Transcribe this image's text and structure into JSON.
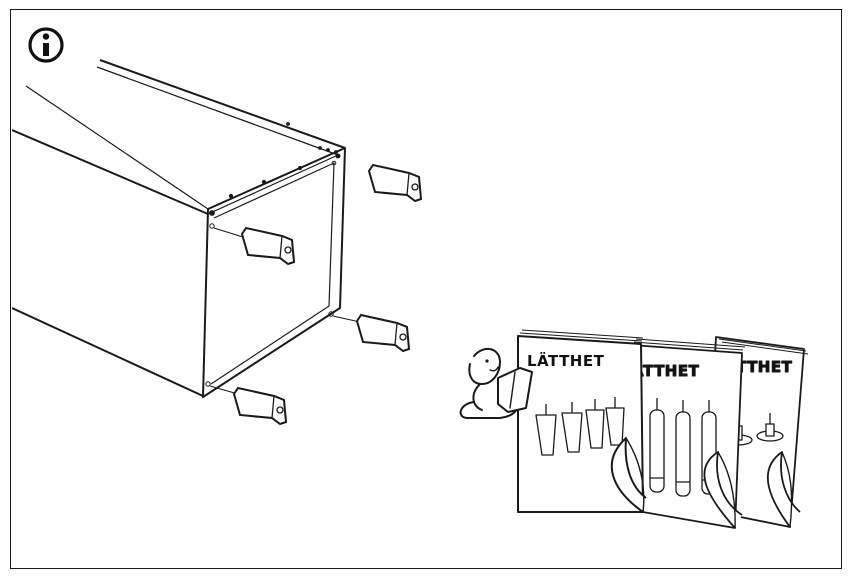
{
  "info_symbol": "i",
  "booklets": [
    {
      "title": "LÄTTHET"
    },
    {
      "title": "LÄTTHET"
    },
    {
      "title": "LÄTTHET"
    }
  ],
  "colors": {
    "line": "#1a1a1a",
    "background": "#ffffff",
    "part": "#ffffff"
  }
}
